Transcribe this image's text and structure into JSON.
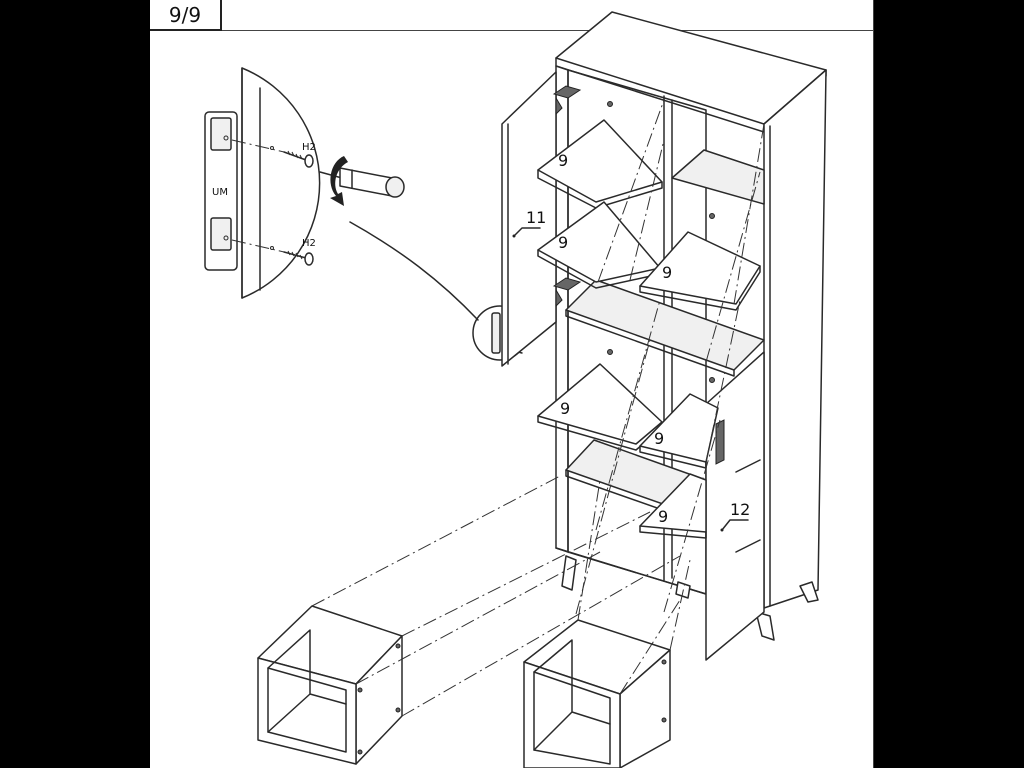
{
  "step": {
    "label": "9/9"
  },
  "detail": {
    "marker_label": "UM",
    "screw_label_1": "H2",
    "screw_label_2": "H2"
  },
  "part_labels": {
    "door_left": "11",
    "door_right": "12",
    "shelf_upper_left": "9",
    "shelf_middle_left": "9",
    "shelf_upper_right": "9",
    "shelf_lower_left": "9",
    "shelf_lower_right": "9",
    "shelf_bottom_right": "9"
  }
}
